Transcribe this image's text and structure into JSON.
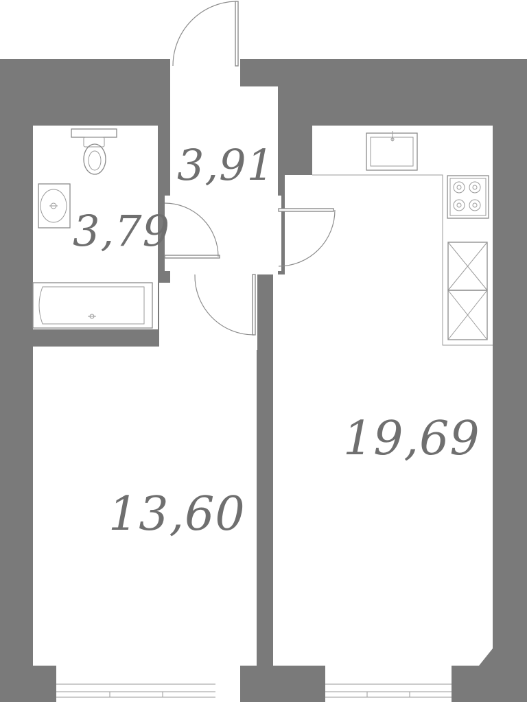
{
  "plan": {
    "rooms": [
      {
        "id": "hall",
        "area": "3,91"
      },
      {
        "id": "bathroom",
        "area": "3,79"
      },
      {
        "id": "bedroom",
        "area": "13,60"
      },
      {
        "id": "kitchen_living",
        "area": "19,69"
      }
    ],
    "colors": {
      "wall": "#7a7a7a",
      "floor": "#ffffff",
      "label": "#6f6f6f",
      "fixture_stroke": "#8a8a8a"
    }
  }
}
